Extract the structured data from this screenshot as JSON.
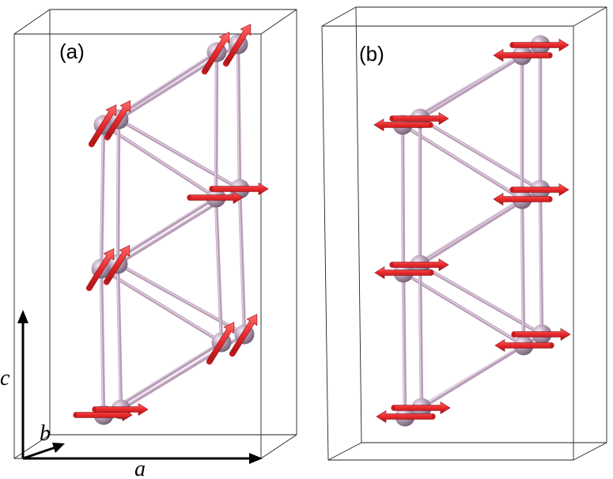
{
  "panels": [
    {
      "label": "(a)"
    },
    {
      "label": "(b)"
    }
  ],
  "axes": {
    "a": "a",
    "b": "b",
    "c": "c"
  },
  "colors": {
    "atom": "#b39bb3",
    "bond": "#b89db8",
    "spin": "#e8282b",
    "cell_edge": "#222222"
  }
}
